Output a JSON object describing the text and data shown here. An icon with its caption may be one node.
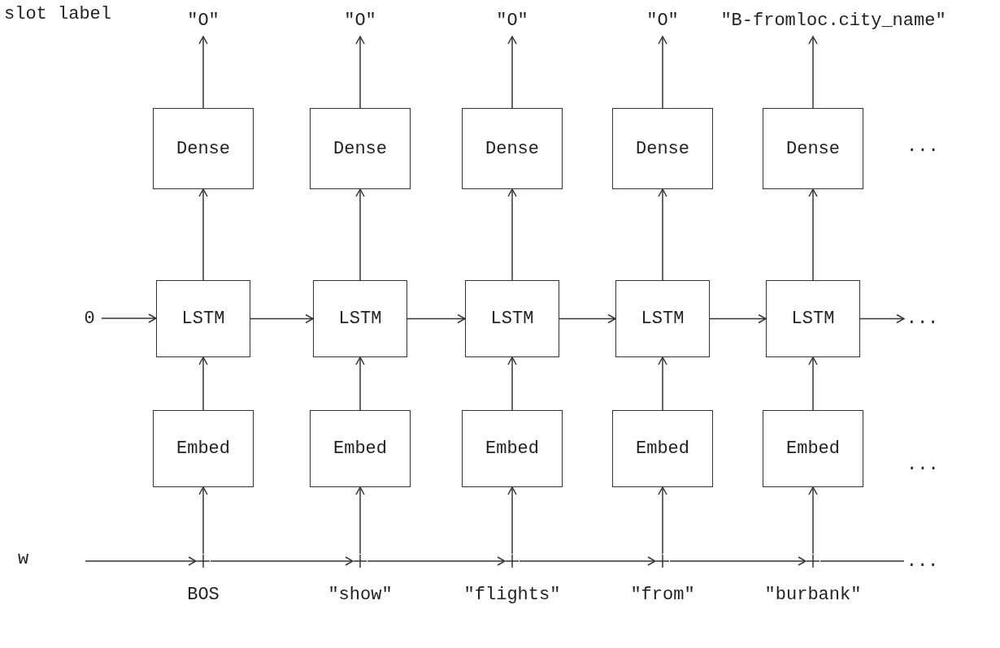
{
  "diagram": {
    "nodes": [
      {
        "text": [
          "\"O\""
        ]
      },
      {
        "text": [
          "\"O\""
        ]
      },
      {
        "text": [
          "\"O\""
        ]
      },
      {
        "text": [
          "\"O\""
        ]
      },
      {
        "text": [
          "\"B-fromloc.city_name\""
        ]
      },
      {
        "text": [
          "Dense"
        ]
      },
      {
        "text": [
          "Dense"
        ]
      },
      {
        "text": [
          "Dense"
        ]
      },
      {
        "text": [
          "Dense"
        ]
      },
      {
        "text": [
          "Dense"
        ]
      },
      {
        "text": [
          "0"
        ]
      },
      {
        "text": [
          "LSTM"
        ]
      },
      {
        "text": [
          "LSTM"
        ]
      },
      {
        "text": [
          "LSTM"
        ]
      },
      {
        "text": [
          "LSTM"
        ]
      },
      {
        "text": [
          "LSTM"
        ]
      },
      {
        "text": [
          "Embed"
        ]
      },
      {
        "text": [
          "Embed"
        ]
      },
      {
        "text": [
          "Embed"
        ]
      },
      {
        "text": [
          "Embed"
        ]
      },
      {
        "text": [
          "Embed"
        ]
      },
      {
        "text": [],
        "shape": "cross",
        "beside": [
          "BOS"
        ]
      },
      {
        "text": [],
        "shape": "cross",
        "beside": [
          "\"show\""
        ]
      },
      {
        "text": [],
        "shape": "cross",
        "beside": [
          "\"flights\""
        ]
      },
      {
        "text": [],
        "shape": "cross",
        "beside": [
          "\"from\""
        ]
      },
      {
        "text": [],
        "shape": "cross",
        "beside": [
          "\"burbank\""
        ]
      },
      {
        "text": [
          "..."
        ]
      },
      {
        "text": [
          "..."
        ]
      }
    ],
    "edges": [
      {
        "from": 5,
        "to": 0,
        "arrow": "to"
      },
      {
        "from": 6,
        "to": 1,
        "arrow": "to"
      },
      {
        "from": 7,
        "to": 2,
        "arrow": "to"
      },
      {
        "from": 8,
        "to": 3,
        "arrow": "to"
      },
      {
        "from": 9,
        "to": 4,
        "arrow": "to"
      },
      {
        "from": 11,
        "to": 5,
        "arrow": "to"
      },
      {
        "from": 12,
        "to": 6,
        "arrow": "to"
      },
      {
        "from": 13,
        "to": 7,
        "arrow": "to"
      },
      {
        "from": 14,
        "to": 8,
        "arrow": "to"
      },
      {
        "from": 15,
        "to": 9,
        "arrow": "to"
      },
      {
        "from": 10,
        "to": 11,
        "arrow": "to"
      },
      {
        "from": 11,
        "to": 12,
        "arrow": "to"
      },
      {
        "from": 12,
        "to": 13,
        "arrow": "to"
      },
      {
        "from": 13,
        "to": 14,
        "arrow": "to"
      },
      {
        "from": 14,
        "to": 15,
        "arrow": "to"
      },
      {
        "from": 15,
        "to": 26,
        "arrow": "to"
      },
      {
        "from": 16,
        "to": 11,
        "arrow": "to"
      },
      {
        "from": 17,
        "to": 12,
        "arrow": "to"
      },
      {
        "from": 18,
        "to": 13,
        "arrow": "to"
      },
      {
        "from": 19,
        "to": 14,
        "arrow": "to"
      },
      {
        "from": 20,
        "to": 15,
        "arrow": "to"
      },
      {
        "from": 21,
        "to": 16,
        "arrow": "to"
      },
      {
        "from": 22,
        "to": 17,
        "arrow": "to"
      },
      {
        "from": 23,
        "to": 18,
        "arrow": "to"
      },
      {
        "from": 24,
        "to": 19,
        "arrow": "to"
      },
      {
        "from": 25,
        "to": 20,
        "arrow": "to"
      },
      {
        "from": null,
        "to": 21,
        "arrow": "to"
      },
      {
        "from": 21,
        "to": 22,
        "arrow": "to"
      },
      {
        "from": 22,
        "to": 23,
        "arrow": "to"
      },
      {
        "from": 23,
        "to": 24,
        "arrow": "to"
      },
      {
        "from": 24,
        "to": 25,
        "arrow": "to"
      },
      {
        "from": 25,
        "to": 27,
        "arrow": "none"
      }
    ],
    "labels": [
      "slot label",
      "...",
      "...",
      "w"
    ]
  }
}
